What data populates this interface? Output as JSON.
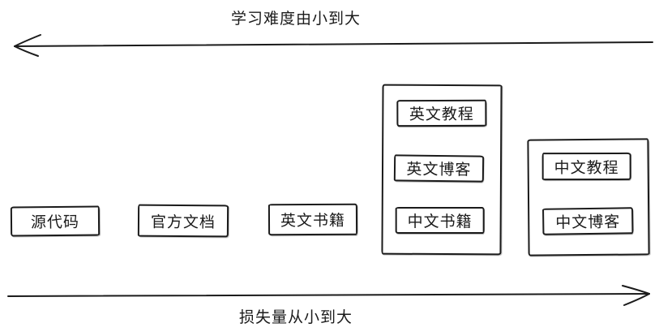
{
  "colors": {
    "stroke": "#1b1b1b",
    "background": "#ffffff"
  },
  "axes": {
    "top": {
      "label": "学习难度由小到大",
      "arrow_direction": "left"
    },
    "bottom": {
      "label": "损失量从小到大",
      "arrow_direction": "right"
    }
  },
  "nodes": {
    "source_code": {
      "label": "源代码"
    },
    "official_docs": {
      "label": "官方文档"
    },
    "english_books": {
      "label": "英文书籍"
    },
    "english_tutorials": {
      "label": "英文教程"
    },
    "english_blogs": {
      "label": "英文博客"
    },
    "chinese_books": {
      "label": "中文书籍"
    },
    "chinese_tutorials": {
      "label": "中文教程"
    },
    "chinese_blogs": {
      "label": "中文博客"
    }
  }
}
